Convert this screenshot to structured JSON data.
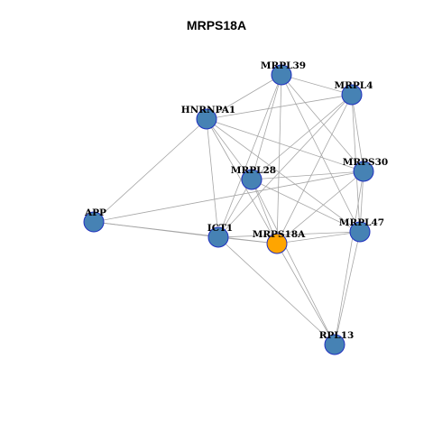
{
  "title": "MRPS18A",
  "colors": {
    "default_node": "#4682b4",
    "focus_node": "#ffa500",
    "edge": "#a6a6a6",
    "node_border": "#1f2fbf"
  },
  "nodes": [
    {
      "id": "MRPL39",
      "label": "MRPL39",
      "focus": false
    },
    {
      "id": "MRPL4",
      "label": "MRPL4",
      "focus": false
    },
    {
      "id": "HNRNPA1",
      "label": "HNRNPA1",
      "focus": false
    },
    {
      "id": "MRPS30",
      "label": "MRPS30",
      "focus": false
    },
    {
      "id": "MRPL28",
      "label": "MRPL28",
      "focus": false
    },
    {
      "id": "APP",
      "label": "APP",
      "focus": false
    },
    {
      "id": "ICT1",
      "label": "ICT1",
      "focus": false
    },
    {
      "id": "MRPS18A",
      "label": "MRPS18A",
      "focus": true
    },
    {
      "id": "MRPL47",
      "label": "MRPL47",
      "focus": false
    },
    {
      "id": "RPL13",
      "label": "RPL13",
      "focus": false
    }
  ],
  "edges": [
    [
      "MRPL39",
      "MRPL4"
    ],
    [
      "MRPL39",
      "HNRNPA1"
    ],
    [
      "MRPL39",
      "MRPS30"
    ],
    [
      "MRPL39",
      "MRPL28"
    ],
    [
      "MRPL39",
      "ICT1"
    ],
    [
      "MRPL39",
      "MRPS18A"
    ],
    [
      "MRPL39",
      "MRPL47"
    ],
    [
      "MRPL4",
      "HNRNPA1"
    ],
    [
      "MRPL4",
      "MRPS30"
    ],
    [
      "MRPL4",
      "MRPL28"
    ],
    [
      "MRPL4",
      "ICT1"
    ],
    [
      "MRPL4",
      "MRPS18A"
    ],
    [
      "MRPL4",
      "MRPL47"
    ],
    [
      "HNRNPA1",
      "MRPS30"
    ],
    [
      "HNRNPA1",
      "MRPL28"
    ],
    [
      "HNRNPA1",
      "APP"
    ],
    [
      "HNRNPA1",
      "ICT1"
    ],
    [
      "HNRNPA1",
      "MRPS18A"
    ],
    [
      "HNRNPA1",
      "MRPL47"
    ],
    [
      "MRPS30",
      "MRPL28"
    ],
    [
      "MRPS30",
      "APP"
    ],
    [
      "MRPS30",
      "MRPS18A"
    ],
    [
      "MRPS30",
      "MRPL47"
    ],
    [
      "MRPS30",
      "RPL13"
    ],
    [
      "MRPL28",
      "ICT1"
    ],
    [
      "MRPL28",
      "MRPS18A"
    ],
    [
      "MRPL28",
      "MRPL47"
    ],
    [
      "MRPL28",
      "RPL13"
    ],
    [
      "APP",
      "ICT1"
    ],
    [
      "APP",
      "MRPS18A"
    ],
    [
      "ICT1",
      "MRPS18A"
    ],
    [
      "ICT1",
      "MRPL47"
    ],
    [
      "ICT1",
      "RPL13"
    ],
    [
      "MRPS18A",
      "MRPL47"
    ],
    [
      "MRPS18A",
      "RPL13"
    ],
    [
      "MRPL47",
      "RPL13"
    ]
  ]
}
